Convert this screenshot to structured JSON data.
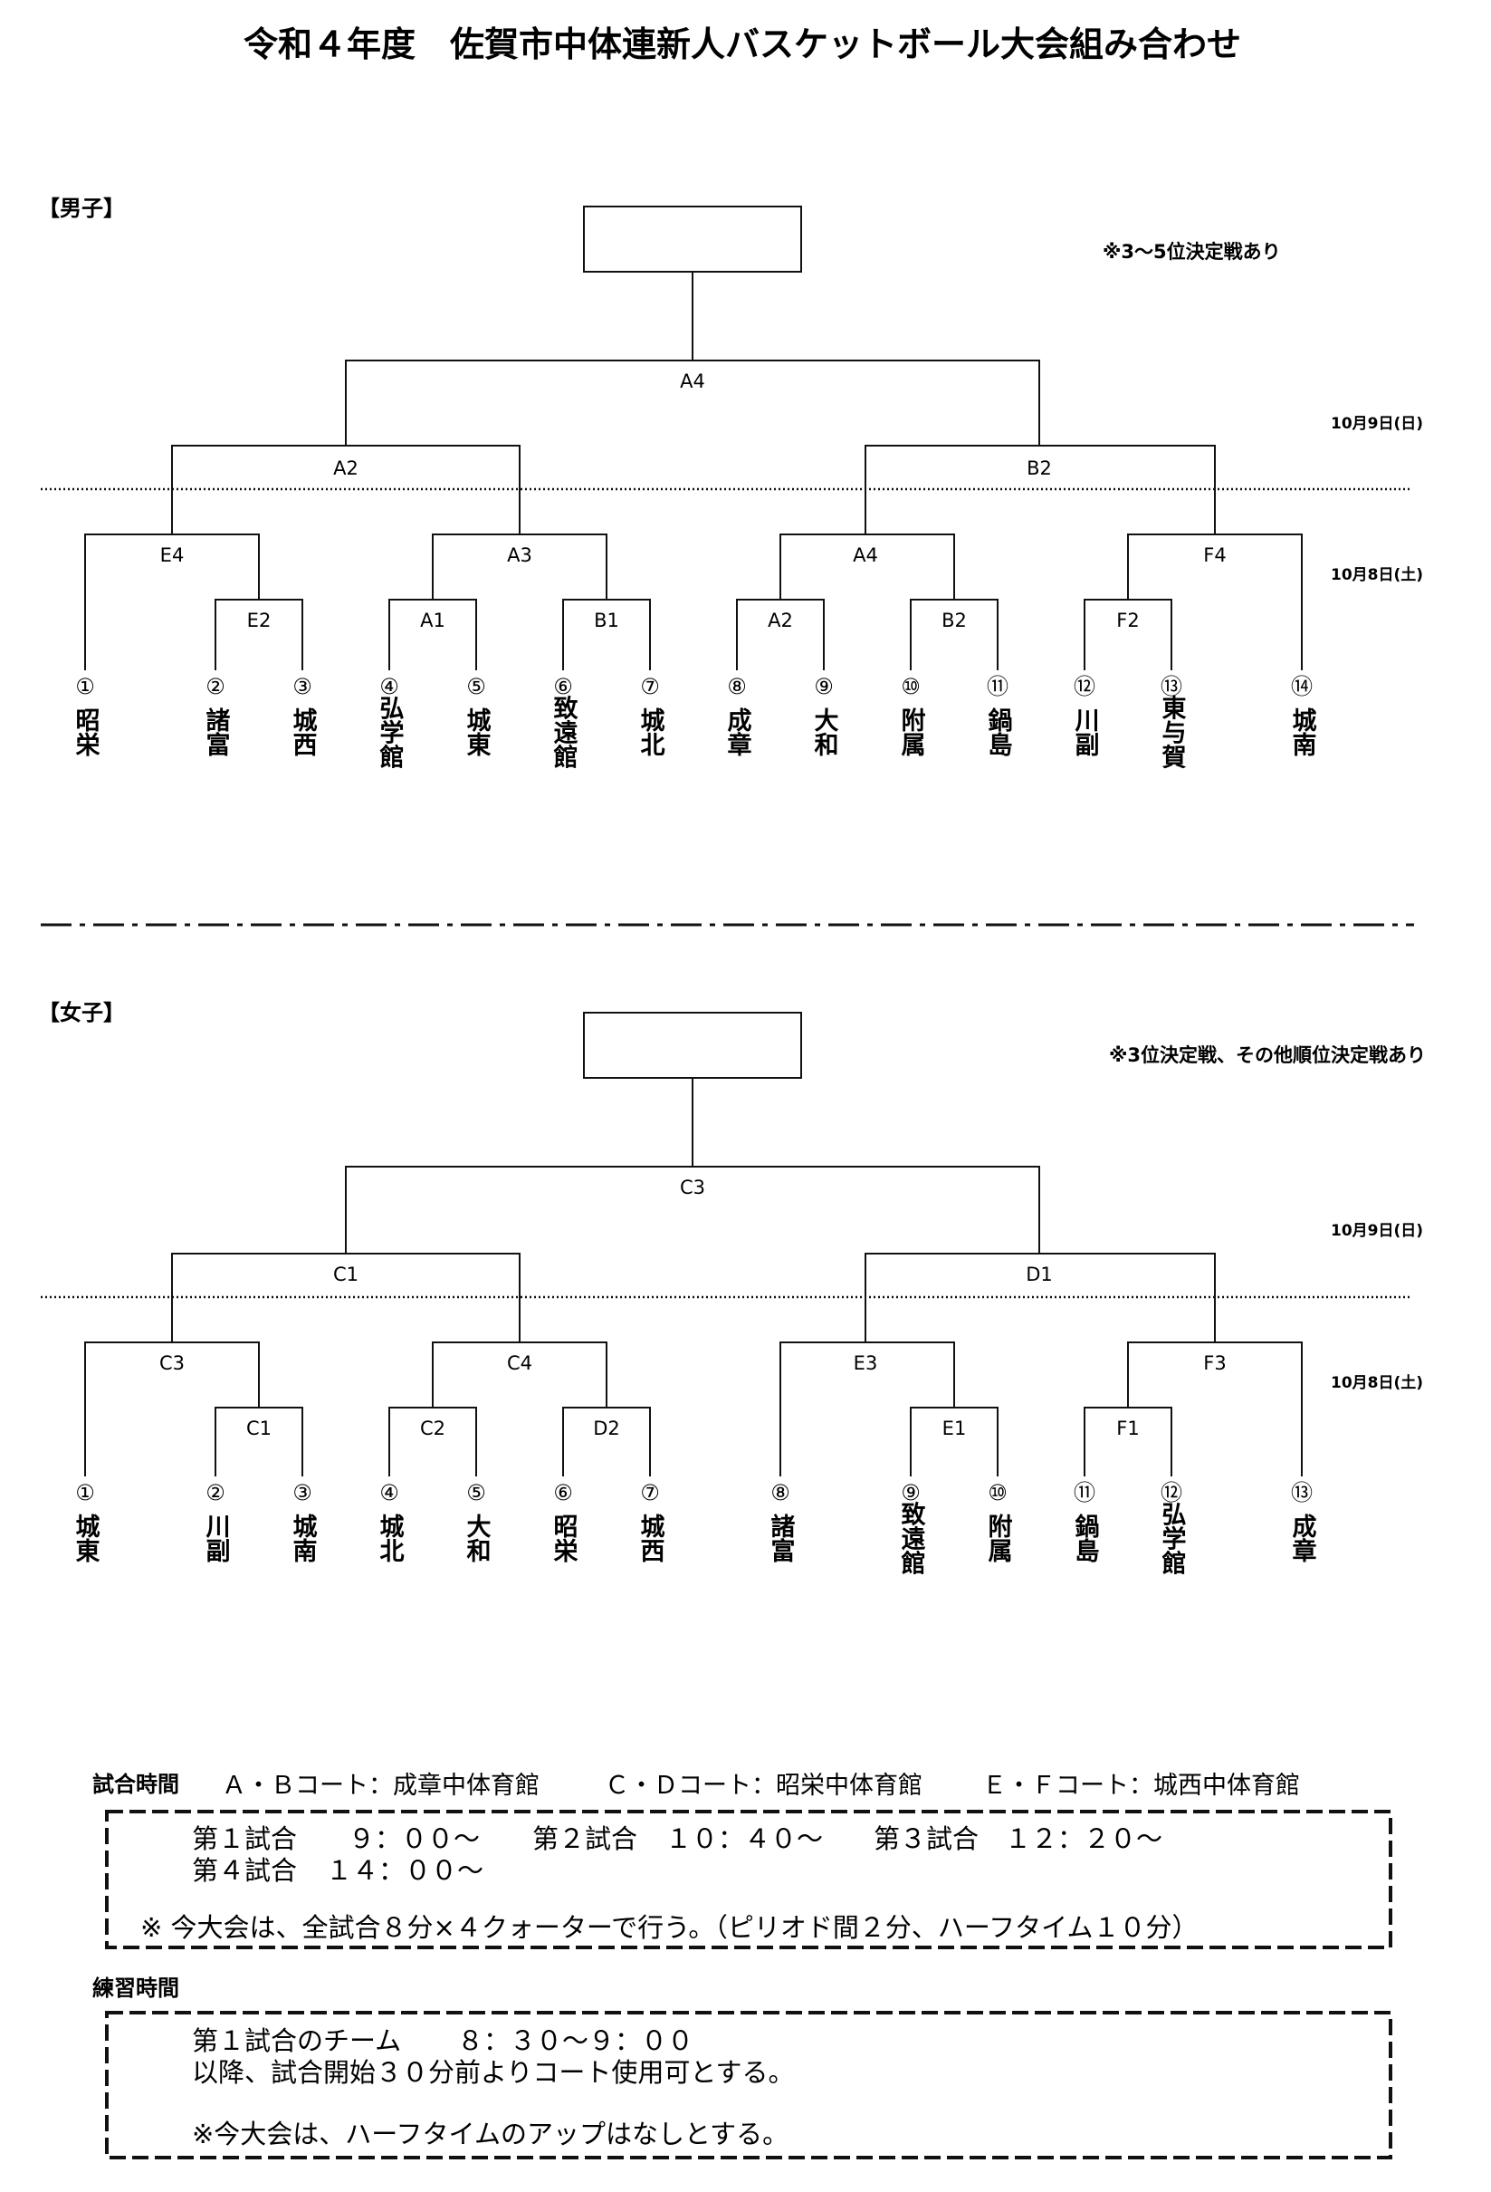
{
  "title": "令和４年度　佐賀市中体連新人バスケットボール大会組み合わせ",
  "boys": {
    "heading": "【男子】",
    "note": "※3～5位決定戦あり",
    "date_day2": "10月9日(日)",
    "date_day1": "10月8日(土)",
    "final_label": "A4",
    "semi_labels": [
      "A2",
      "B2"
    ],
    "qf_labels": [
      "E4",
      "A3",
      "A4",
      "F4"
    ],
    "r1_labels": [
      "E2",
      "A1",
      "B1",
      "A2",
      "B2",
      "F2"
    ],
    "teams": [
      {
        "num": "①",
        "name": "昭栄"
      },
      {
        "num": "②",
        "name": "諸富"
      },
      {
        "num": "③",
        "name": "城西"
      },
      {
        "num": "④",
        "name": "弘学館"
      },
      {
        "num": "⑤",
        "name": "城東"
      },
      {
        "num": "⑥",
        "name": "致遠館"
      },
      {
        "num": "⑦",
        "name": "城北"
      },
      {
        "num": "⑧",
        "name": "成章"
      },
      {
        "num": "⑨",
        "name": "大和"
      },
      {
        "num": "⑩",
        "name": "附属"
      },
      {
        "num": "⑪",
        "name": "鍋島"
      },
      {
        "num": "⑫",
        "name": "川副"
      },
      {
        "num": "⑬",
        "name": "東与賀"
      },
      {
        "num": "⑭",
        "name": "城南"
      }
    ]
  },
  "girls": {
    "heading": "【女子】",
    "note": "※3位決定戦、その他順位決定戦あり",
    "date_day2": "10月9日(日)",
    "date_day1": "10月8日(土)",
    "final_label": "C3",
    "semi_labels": [
      "C1",
      "D1"
    ],
    "qf_labels": [
      "C3",
      "C4",
      "E3",
      "F3"
    ],
    "r1_labels": [
      "C1",
      "C2",
      "D2",
      "E1",
      "F1"
    ],
    "teams": [
      {
        "num": "①",
        "name": "城東"
      },
      {
        "num": "②",
        "name": "川副"
      },
      {
        "num": "③",
        "name": "城南"
      },
      {
        "num": "④",
        "name": "城北"
      },
      {
        "num": "⑤",
        "name": "大和"
      },
      {
        "num": "⑥",
        "name": "昭栄"
      },
      {
        "num": "⑦",
        "name": "城西"
      },
      {
        "num": "⑧",
        "name": "諸富"
      },
      {
        "num": "⑨",
        "name": "致遠館"
      },
      {
        "num": "⑩",
        "name": "附属"
      },
      {
        "num": "⑪",
        "name": "鍋島"
      },
      {
        "num": "⑫",
        "name": "弘学館"
      },
      {
        "num": "⑬",
        "name": "成章"
      }
    ]
  },
  "schedule": {
    "label": "試合時間",
    "courts": [
      "Ａ・Ｂコート：成章中体育館",
      "Ｃ・Ｄコート：昭栄中体育館",
      "Ｅ・Ｆコート：城西中体育館"
    ],
    "games": [
      {
        "name": "第１試合",
        "time": "９：００～"
      },
      {
        "name": "第２試合",
        "time": "１０：４０～"
      },
      {
        "name": "第３試合",
        "time": "１２：２０～"
      },
      {
        "name": "第４試合",
        "time": "１４：００～"
      }
    ],
    "rule_note": "※ 今大会は、全試合８分×４クォーターで行う。（ピリオド間２分、ハーフタイム１０分）"
  },
  "practice": {
    "label": "練習時間",
    "line1_name": "第１試合のチーム",
    "line1_time": "８：３０～９：００",
    "line2": "以降、試合開始３０分前よりコート使用可とする。",
    "note": "※今大会は、ハーフタイムのアップはなしとする。"
  },
  "colors": {
    "ink": "#111111",
    "paper": "#ffffff"
  }
}
